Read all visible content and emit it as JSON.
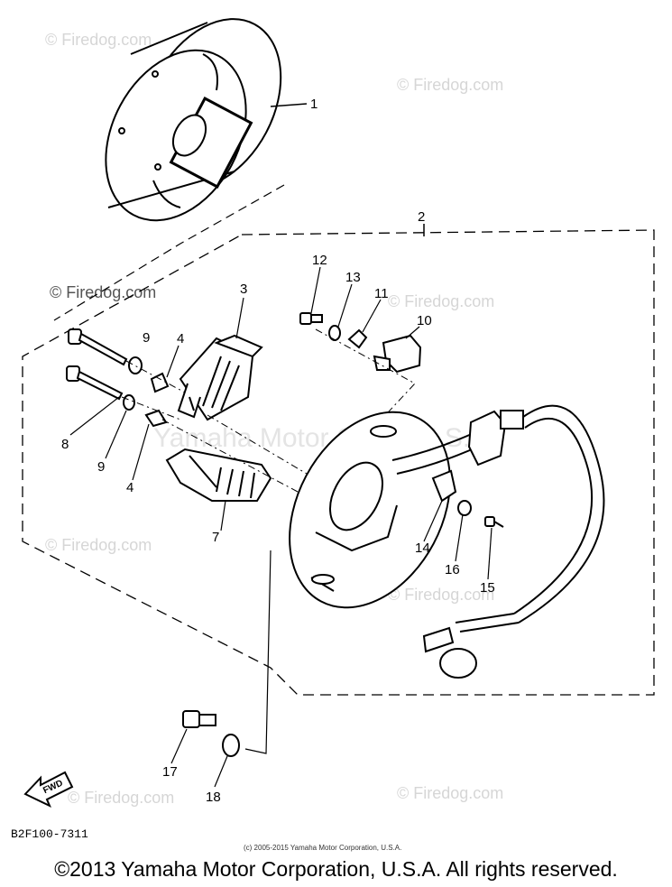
{
  "watermarks": {
    "firedog": "© Firedog.com",
    "firedog_short": "© Firedog.com",
    "yamaha_faint": "Yamaha Motor Corp., U.S.A."
  },
  "callouts": [
    "1",
    "2",
    "3",
    "4",
    "4",
    "7",
    "8",
    "9",
    "10",
    "11",
    "12",
    "13",
    "14",
    "15",
    "16",
    "17",
    "18",
    "9"
  ],
  "arrow_label": "FWD",
  "diagram_code": "B2F100-7311",
  "small_copyright": "(c) 2005-2015 Yamaha Motor Corporation, U.S.A.",
  "footer": "©2013 Yamaha Motor Corporation, U.S.A. All rights reserved."
}
